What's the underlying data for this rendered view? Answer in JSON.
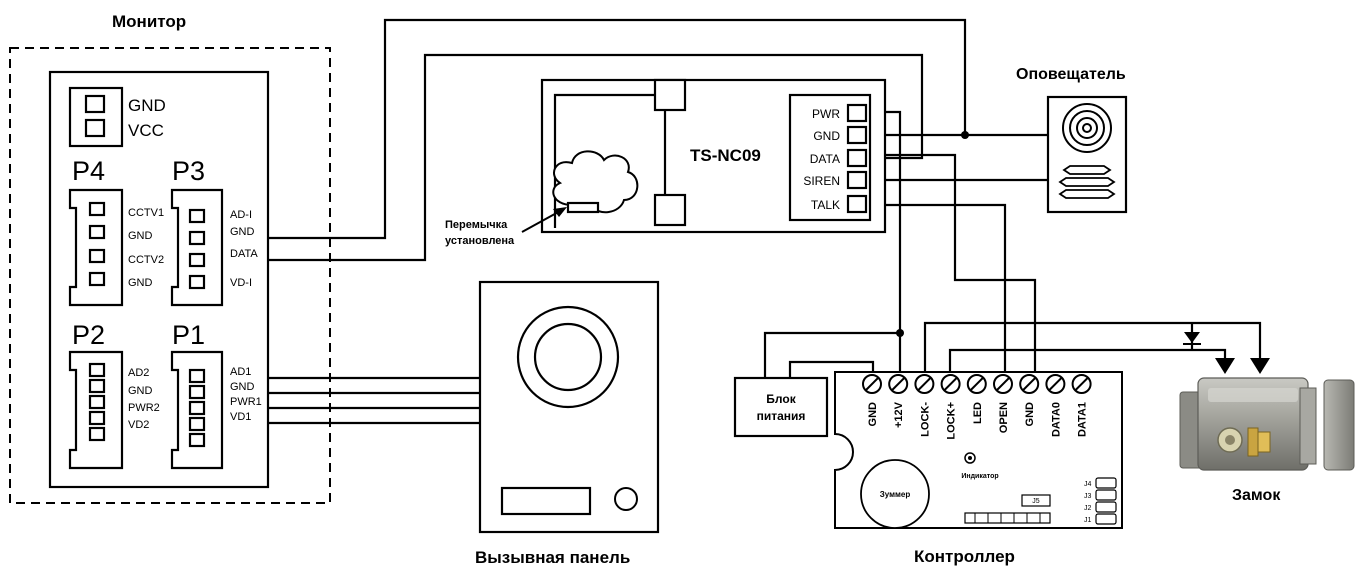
{
  "titles": {
    "monitor": "Монитор",
    "notifier": "Оповещатель",
    "call_panel": "Вызывная панель",
    "controller": "Контроллер",
    "lock": "Замок",
    "power_supply_l1": "Блок",
    "power_supply_l2": "питания",
    "jumper_l1": "Перемычка",
    "jumper_l2": "установлена"
  },
  "monitor": {
    "power_conn": [
      "GND",
      "VCC"
    ],
    "p4": {
      "label": "P4",
      "pins": [
        "CCTV1",
        "GND",
        "CCTV2",
        "GND"
      ]
    },
    "p3": {
      "label": "P3",
      "pins": [
        "AD-I",
        "GND",
        "DATA",
        "VD-I"
      ]
    },
    "p2": {
      "label": "P2",
      "pins": [
        "AD2",
        "GND",
        "PWR2",
        "VD2"
      ]
    },
    "p1": {
      "label": "P1",
      "pins": [
        "AD1",
        "GND",
        "PWR1",
        "VD1"
      ]
    }
  },
  "module": {
    "name": "TS-NC09",
    "pins": [
      "PWR",
      "GND",
      "DATA",
      "SIREN",
      "TALK"
    ]
  },
  "controller": {
    "terminals": [
      "GND",
      "+12V",
      "LOCK-",
      "LOCK+",
      "LED",
      "OPEN",
      "GND",
      "DATA0",
      "DATA1"
    ],
    "indicator": "Индикатор",
    "buzzer": "Зуммер",
    "j5": "J5",
    "jumpers": [
      "J4",
      "J3",
      "J2",
      "J1"
    ]
  }
}
